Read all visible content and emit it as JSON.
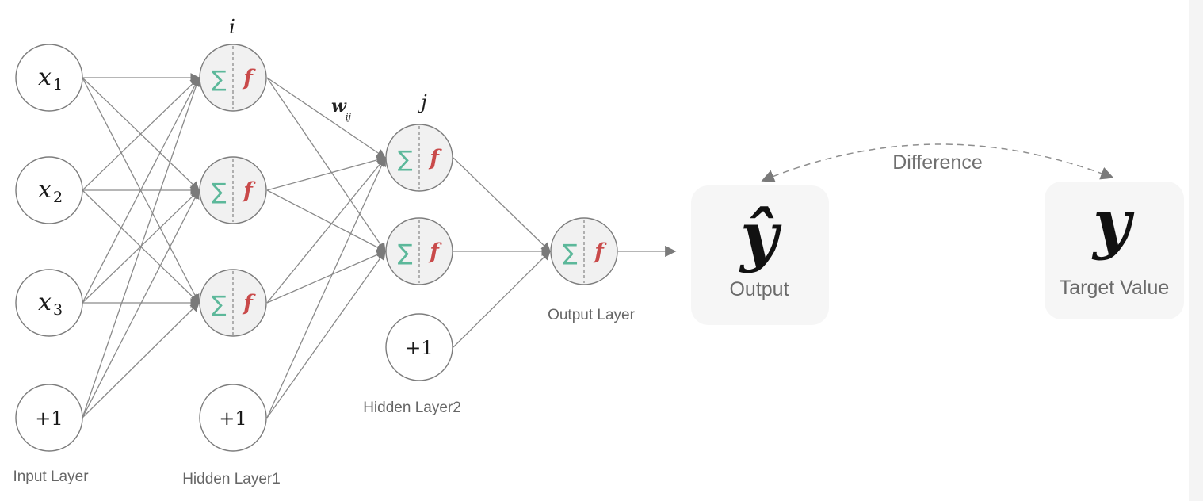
{
  "layers": {
    "input": {
      "label": "Input Layer",
      "nodes": [
        {
          "var": "x",
          "sub": "1"
        },
        {
          "var": "x",
          "sub": "2"
        },
        {
          "var": "x",
          "sub": "3"
        }
      ],
      "bias": "+1"
    },
    "hidden1": {
      "label": "Hidden Layer1",
      "index": "i",
      "node_symbols": {
        "sum": "∑",
        "func": "f"
      },
      "node_count": 3,
      "bias": "+1"
    },
    "hidden2": {
      "label": "Hidden Layer2",
      "index": "j",
      "node_symbols": {
        "sum": "∑",
        "func": "f"
      },
      "node_count": 2,
      "bias": "+1"
    },
    "output": {
      "label": "Output Layer",
      "node_symbols": {
        "sum": "∑",
        "func": "f"
      }
    }
  },
  "weight": {
    "symbol": "w",
    "sub": "ij"
  },
  "output_box": {
    "symbol": "ŷ",
    "label": "Output"
  },
  "target_box": {
    "symbol": "y",
    "label": "Target Value"
  },
  "difference_label": "Difference",
  "colors": {
    "sum": "#5cb89a",
    "func": "#c94a4a",
    "edge": "#8a8a8a",
    "label": "#666666"
  }
}
